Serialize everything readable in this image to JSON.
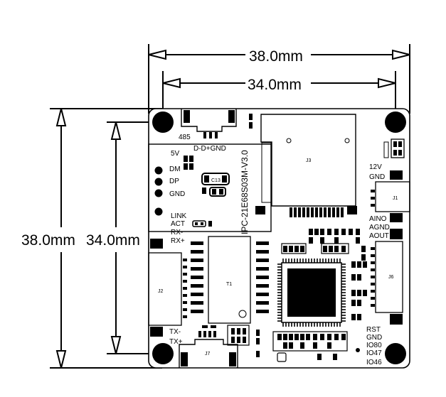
{
  "dimensions": {
    "outer_width": "38.0mm",
    "inner_width": "34.0mm",
    "outer_height": "38.0mm",
    "inner_height": "34.0mm"
  },
  "board": {
    "model": "IPC-21E68S03M-V3.0",
    "connectors": {
      "j485": "485",
      "j485_pins": "D-D+GND",
      "j1": "J1",
      "j2": "J2",
      "j3": "J3",
      "j6": "J6",
      "j7": "J7"
    },
    "parts": {
      "c13": "C13",
      "t1": "T1"
    },
    "labels": {
      "v5": "5V",
      "dm": "DM",
      "dp": "DP",
      "gnd_left": "GND",
      "link": "LINK",
      "act": "ACT",
      "rx_minus": "RX-",
      "rx_plus": "RX+",
      "tx_minus": "TX-",
      "tx_plus": "TX+",
      "v12": "12V",
      "gnd_right": "GND",
      "aino": "AINO",
      "agnd": "AGND",
      "aout": "AOUT",
      "rst": "RST",
      "gnd_bottom": "GND",
      "io80": "IO80",
      "io47": "IO47",
      "io46": "IO46"
    }
  }
}
